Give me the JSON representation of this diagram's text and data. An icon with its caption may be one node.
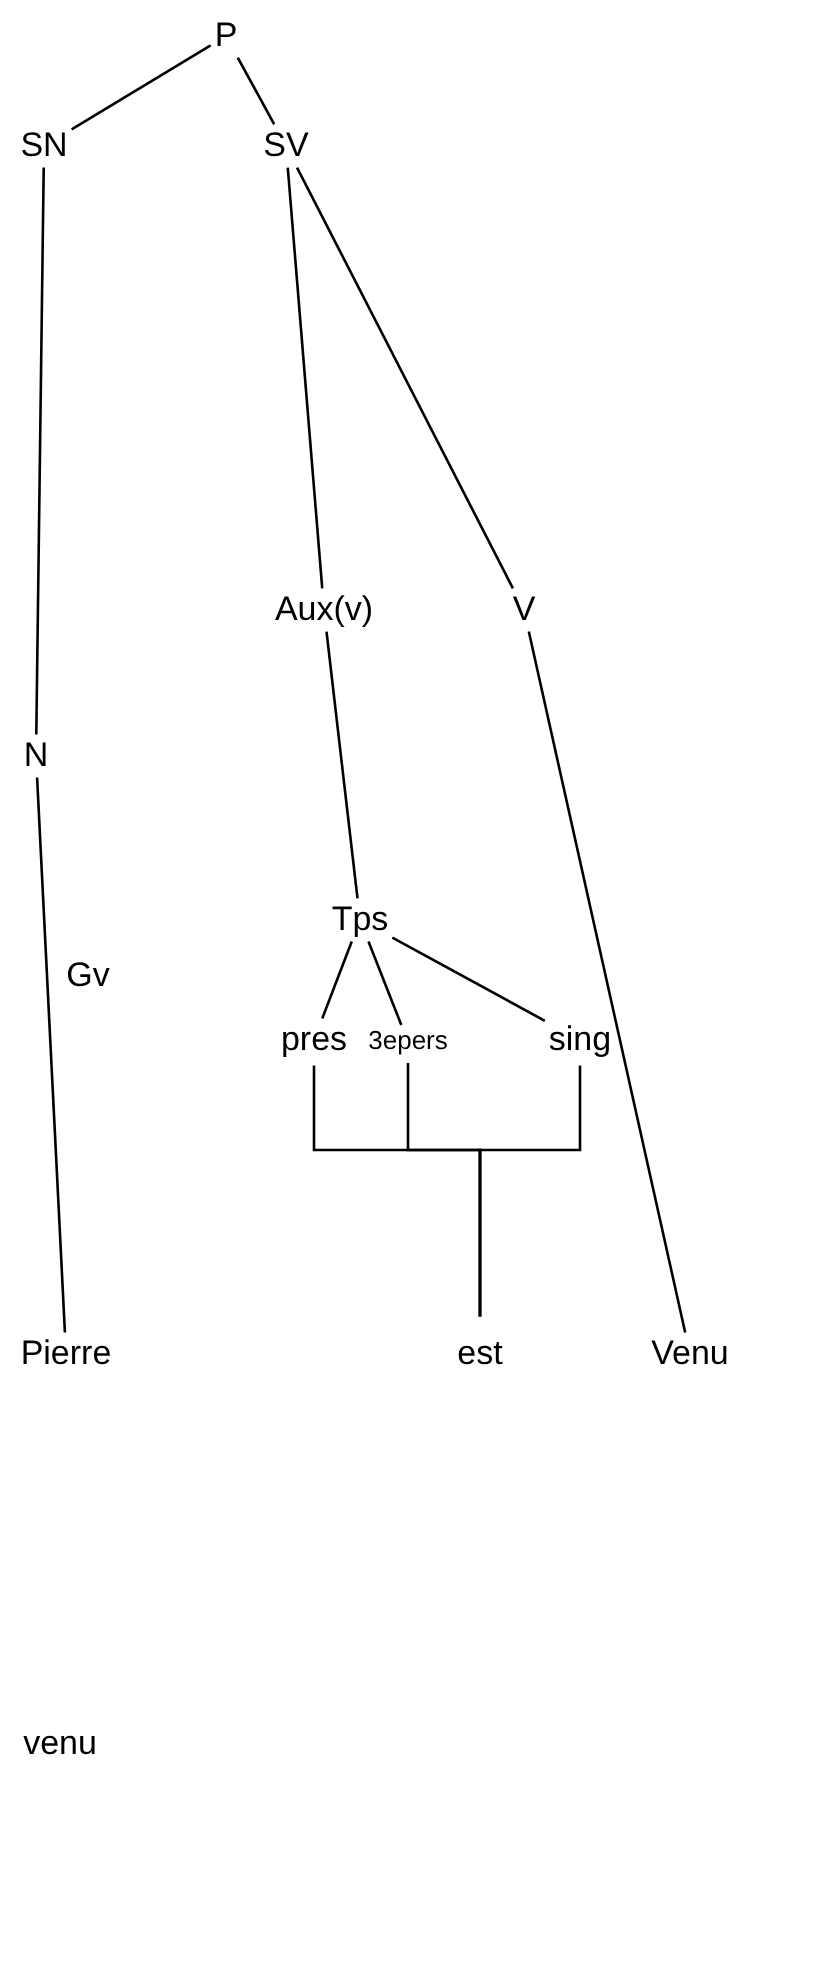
{
  "diagram": {
    "nodes": [
      {
        "text": [
          "P"
        ]
      },
      {
        "text": [
          "SN"
        ]
      },
      {
        "text": [
          "SV"
        ]
      },
      {
        "text": [
          "Aux(v)"
        ]
      },
      {
        "text": [
          "V"
        ]
      },
      {
        "text": [
          "N"
        ]
      },
      {
        "text": [
          "Tps"
        ]
      },
      {
        "text": [
          "pres"
        ]
      },
      {
        "text": [
          "3epers"
        ]
      },
      {
        "text": [
          "sing"
        ]
      },
      {
        "text": [
          "Pierre"
        ]
      },
      {
        "text": [
          "est"
        ]
      },
      {
        "text": [
          "Venu"
        ]
      }
    ],
    "edges": [
      {
        "from": 0,
        "to": 1,
        "arrow": "none"
      },
      {
        "from": 0,
        "to": 2,
        "arrow": "none"
      },
      {
        "from": 1,
        "to": 5,
        "arrow": "none"
      },
      {
        "from": 5,
        "to": 10,
        "arrow": "none"
      },
      {
        "from": 2,
        "to": 3,
        "arrow": "none"
      },
      {
        "from": 2,
        "to": 4,
        "arrow": "none"
      },
      {
        "from": 3,
        "to": 6,
        "arrow": "none"
      },
      {
        "from": 4,
        "to": 12,
        "arrow": "none"
      },
      {
        "from": 6,
        "to": 7,
        "arrow": "none"
      },
      {
        "from": 6,
        "to": 8,
        "arrow": "none"
      },
      {
        "from": 6,
        "to": 9,
        "arrow": "none"
      },
      {
        "from": 7,
        "to": 11,
        "arrow": "none"
      },
      {
        "from": 8,
        "to": 11,
        "arrow": "none"
      },
      {
        "from": 9,
        "to": 11,
        "arrow": "none"
      }
    ],
    "labels": [
      "Gv",
      "venu"
    ]
  }
}
